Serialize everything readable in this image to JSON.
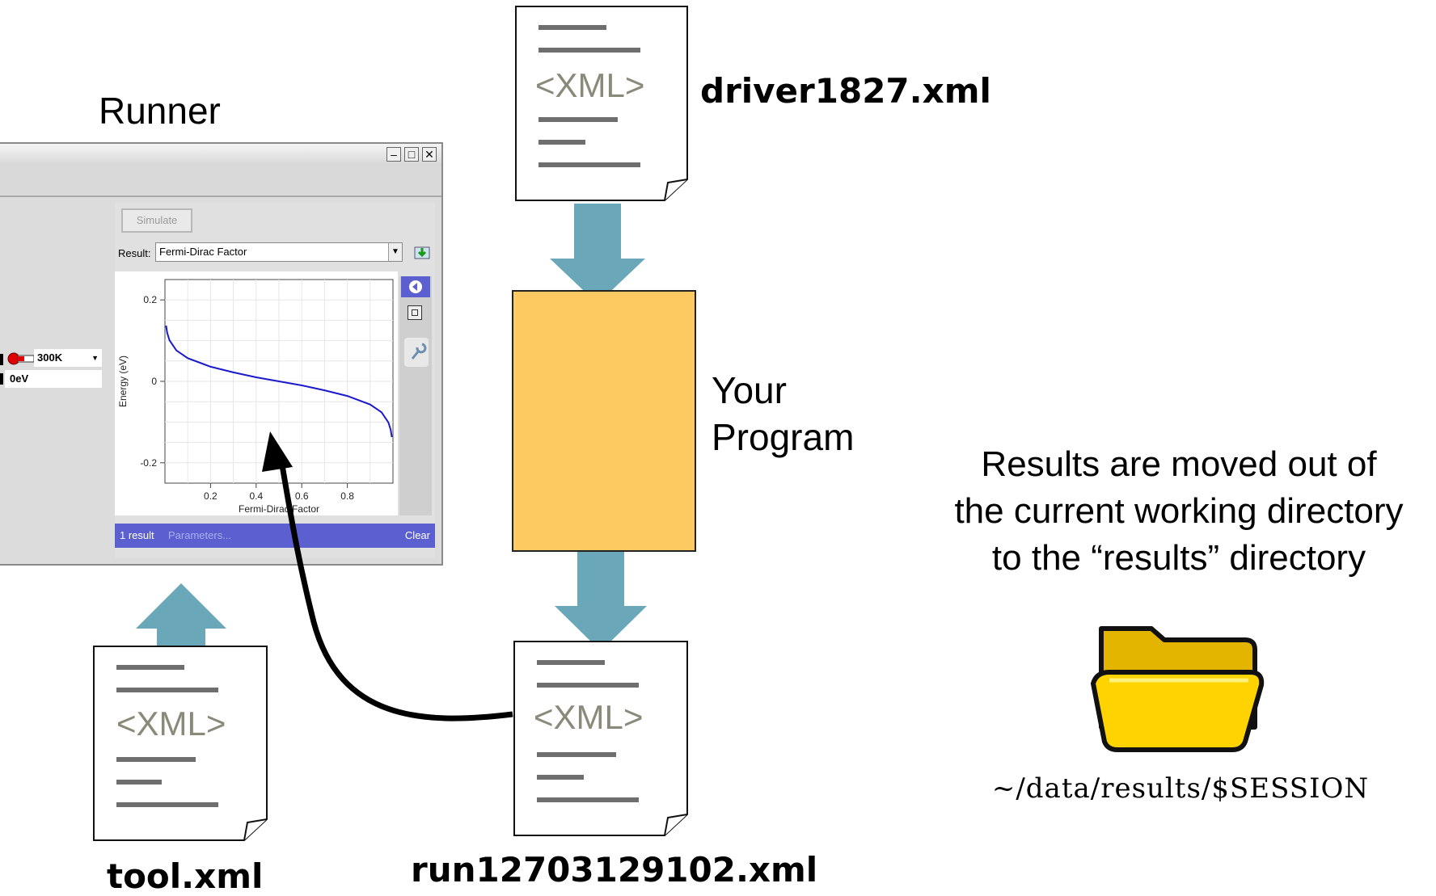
{
  "labels": {
    "runner": "Runner",
    "driver_file": "driver1827.xml",
    "your_program": [
      "Your",
      "Program"
    ],
    "results_note": [
      "Results are moved out of",
      "the current working directory",
      "to the “results” directory"
    ],
    "results_path": "~/data/results/$SESSION",
    "tool_file": "tool.xml",
    "run_file": "run12703129102.xml",
    "xml_tag": "<XML>"
  },
  "runner": {
    "simulate_label": "Simulate",
    "result_label": "Result:",
    "result_value": "Fermi-Dirac Factor",
    "temp_value": "300K",
    "energy_value": "0eV",
    "status_count": "1 result",
    "status_params": "Parameters...",
    "status_clear": "Clear"
  },
  "colors": {
    "arrow": "#6aa7b8",
    "program_box": "#fdca62",
    "curve": "#1a1acc",
    "status_bar": "#5b5fcf",
    "folder": "#ffd300"
  },
  "chart_data": {
    "type": "line",
    "xlabel": "Fermi-Dirac Factor",
    "ylabel": "Energy (eV)",
    "xlim": [
      0,
      1
    ],
    "ylim": [
      -0.25,
      0.25
    ],
    "xticks": [
      "0.2",
      "0.4",
      "0.6",
      "0.8"
    ],
    "yticks": [
      "0.2",
      "0",
      "-0.2"
    ],
    "grid": true,
    "series": [
      {
        "x": [
          0.005,
          0.01,
          0.02,
          0.05,
          0.1,
          0.2,
          0.3,
          0.4,
          0.5,
          0.6,
          0.7,
          0.8,
          0.9,
          0.95,
          0.98,
          0.99,
          0.995
        ],
        "values": [
          0.137,
          0.119,
          0.101,
          0.076,
          0.057,
          0.036,
          0.022,
          0.01,
          0.0,
          -0.01,
          -0.022,
          -0.036,
          -0.057,
          -0.076,
          -0.101,
          -0.119,
          -0.137
        ]
      }
    ]
  }
}
